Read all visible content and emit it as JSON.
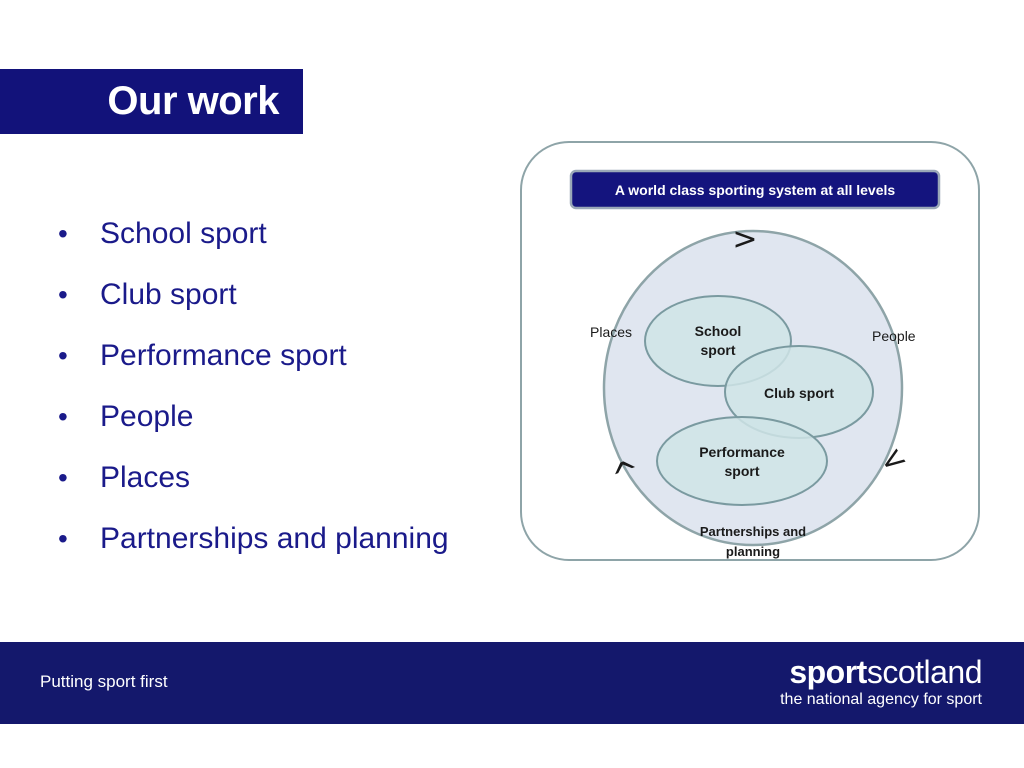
{
  "slide": {
    "title": "Our work",
    "bullets": [
      "School sport",
      "Club sport",
      "Performance sport",
      "People",
      "Places",
      "Partnerships and planning"
    ]
  },
  "diagram": {
    "banner": "A world class sporting system at all levels",
    "nodes": {
      "school_sport_line1": "School",
      "school_sport_line2": "sport",
      "club_sport": "Club sport",
      "performance_sport_line1": "Performance",
      "performance_sport_line2": "sport"
    },
    "labels": {
      "places": "Places",
      "people": "People",
      "partnerships_line1": "Partnerships and",
      "partnerships_line2": "planning"
    },
    "arrows": [
      ">",
      "<",
      "^"
    ],
    "colors": {
      "frame_stroke": "#8ea4a8",
      "outer_fill": "#e0e6f0",
      "node_fill": "#cfe4e6",
      "node_stroke": "#7a9aa0",
      "banner_fill": "#14147e"
    }
  },
  "footer": {
    "tagline": "Putting sport first",
    "brand_bold": "sport",
    "brand_light": "scotland",
    "brand_sub": "the national agency for sport"
  },
  "colors": {
    "title_bg": "#12127a",
    "bullet_text": "#1a1a8a",
    "footer_bg": "#14186c"
  }
}
